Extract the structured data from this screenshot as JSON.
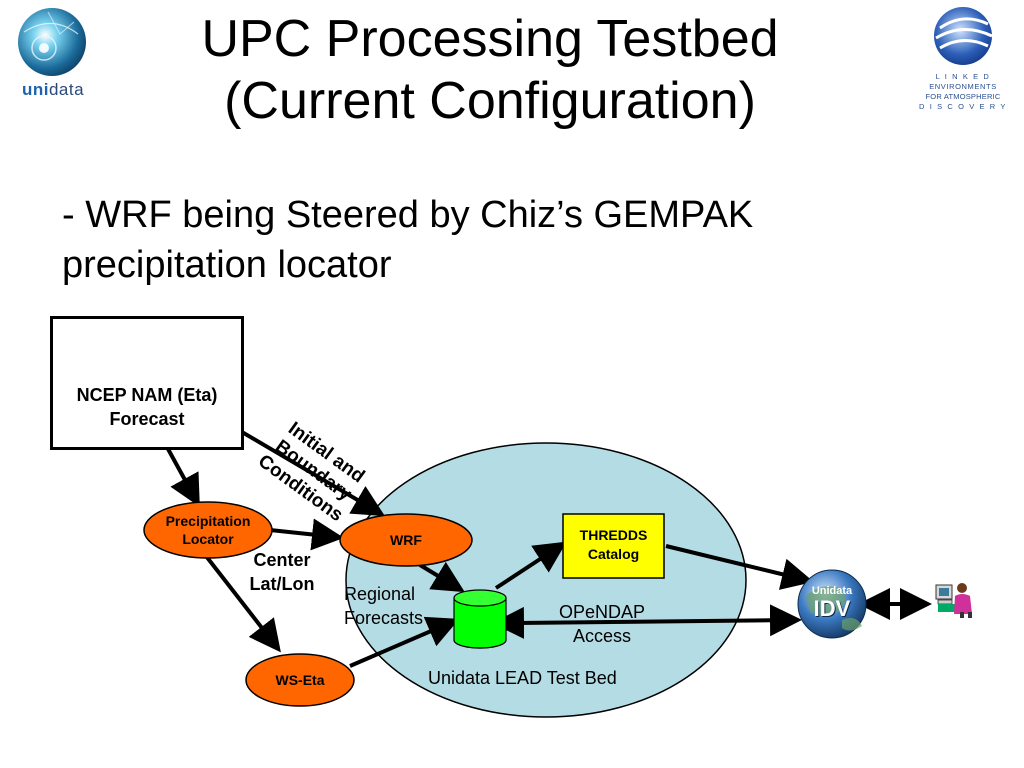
{
  "slide": {
    "title_line1": "UPC Processing Testbed",
    "title_line2": "(Current Configuration)",
    "bullet_line1": "- WRF being Steered by Chiz’s GEMPAK",
    "bullet_line2": "precipitation locator"
  },
  "logos": {
    "unidata_prefix": "uni",
    "unidata_suffix": "data",
    "lead_lines": [
      "L I N K E D",
      "ENVIRONMENTS",
      "FOR ATMOSPHERIC",
      "D I S C O V E R Y"
    ]
  },
  "diagram": {
    "ncep_line1": "NCEP NAM (Eta)",
    "ncep_line2": "Forecast",
    "initial_line1": "Initial and",
    "initial_line2": "Boundary",
    "initial_line3": "Conditions",
    "precip_line1": "Precipitation",
    "precip_line2": "Locator",
    "wrf": "WRF",
    "ws_eta": "WS-Eta",
    "center_line1": "Center",
    "center_line2": "Lat/Lon",
    "regional_line1": "Regional",
    "regional_line2": "Forecasts",
    "thredds_line1": "THREDDS",
    "thredds_line2": "Catalog",
    "opendap_line1": "OPeNDAP",
    "opendap_line2": "Access",
    "testbed": "Unidata LEAD Test Bed",
    "idv_top": "Unidata",
    "idv_main": "IDV"
  },
  "colors": {
    "oval_fill": "#ff6600",
    "testbed_fill": "#b4dce4",
    "thredds_fill": "#ffff00",
    "database_fill": "#00ff00"
  },
  "icons": [
    "unidata-logo-icon",
    "lead-logo-icon",
    "supercomputer-icon",
    "database-icon",
    "idv-globe-icon",
    "user-at-computer-icon"
  ]
}
